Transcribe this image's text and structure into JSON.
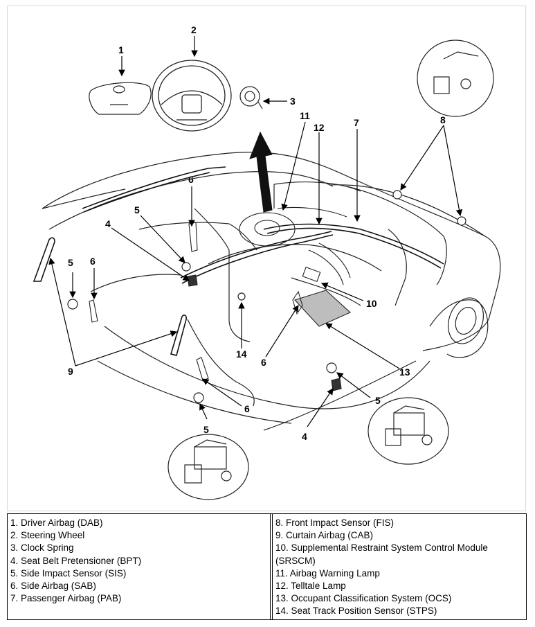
{
  "callouts": {
    "c1": "1",
    "c2": "2",
    "c3": "3",
    "c4a": "4",
    "c4b": "4",
    "c5a": "5",
    "c5b": "5",
    "c5c": "5",
    "c5d": "5",
    "c6a": "6",
    "c6b": "6",
    "c6c": "6",
    "c6d": "6",
    "c7": "7",
    "c8": "8",
    "c9": "9",
    "c10": "10",
    "c11": "11",
    "c12": "12",
    "c13": "13",
    "c14": "14"
  },
  "legend": {
    "left": [
      "1. Driver Airbag (DAB)",
      "2. Steering Wheel",
      "3. Clock Spring",
      "4. Seat Belt Pretensioner (BPT)",
      "5. Side Impact Sensor (SIS)",
      "6. Side Airbag (SAB)",
      "7. Passenger Airbag (PAB)"
    ],
    "right": [
      "8. Front Impact Sensor (FIS)",
      "9. Curtain Airbag (CAB)",
      "10. Supplemental Restraint System Control Module",
      "(SRSCM)",
      "11. Airbag Warning Lamp",
      "12. Telltale Lamp",
      "13. Occupant Classification System (OCS)",
      "14. Seat Track Position Sensor (STPS)"
    ]
  }
}
